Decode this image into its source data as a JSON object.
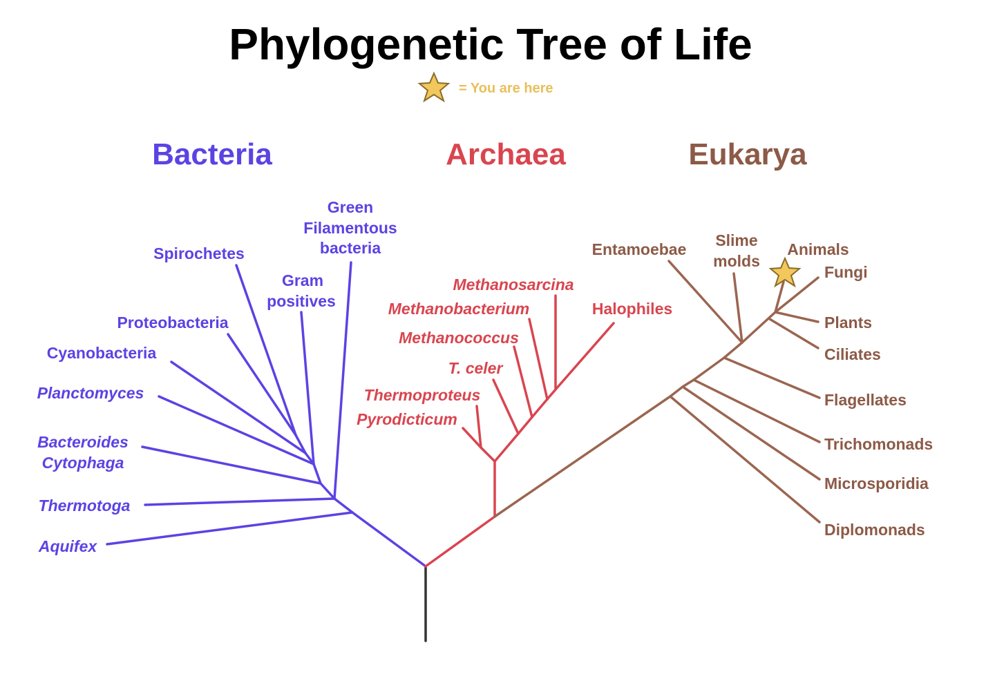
{
  "title": "Phylogenetic Tree of Life",
  "legend": {
    "text": "= You are here",
    "icon": "star-icon"
  },
  "domains": {
    "bacteria": "Bacteria",
    "archaea": "Archaea",
    "eukarya": "Eukarya"
  },
  "bacteria_leaves": {
    "green_filamentous_1": "Green",
    "green_filamentous_2": "Filamentous",
    "green_filamentous_3": "bacteria",
    "spirochetes": "Spirochetes",
    "gram_positives_1": "Gram",
    "gram_positives_2": "positives",
    "proteobacteria": "Proteobacteria",
    "cyanobacteria": "Cyanobacteria",
    "planctomyces": "Planctomyces",
    "bacteroides_1": "Bacteroides",
    "bacteroides_2": "Cytophaga",
    "thermotoga": "Thermotoga",
    "aquifex": "Aquifex"
  },
  "archaea_leaves": {
    "methanosarcina": "Methanosarcina",
    "methanobacterium": "Methanobacterium",
    "halophiles": "Halophiles",
    "methanococcus": "Methanococcus",
    "t_celer": "T. celer",
    "thermoproteus": "Thermoproteus",
    "pyrodicticum": "Pyrodicticum"
  },
  "eukarya_leaves": {
    "entamoebae": "Entamoebae",
    "slime_molds_1": "Slime",
    "slime_molds_2": "molds",
    "animals": "Animals",
    "fungi": "Fungi",
    "plants": "Plants",
    "ciliates": "Ciliates",
    "flagellates": "Flagellates",
    "trichomonads": "Trichomonads",
    "microsporidia": "Microsporidia",
    "diplomonads": "Diplomonads"
  },
  "colors": {
    "bacteria": "#5b43e3",
    "archaea": "#d9454f",
    "eukarya": "#8c5a47",
    "star": "#f2c75c",
    "root": "#333333"
  }
}
